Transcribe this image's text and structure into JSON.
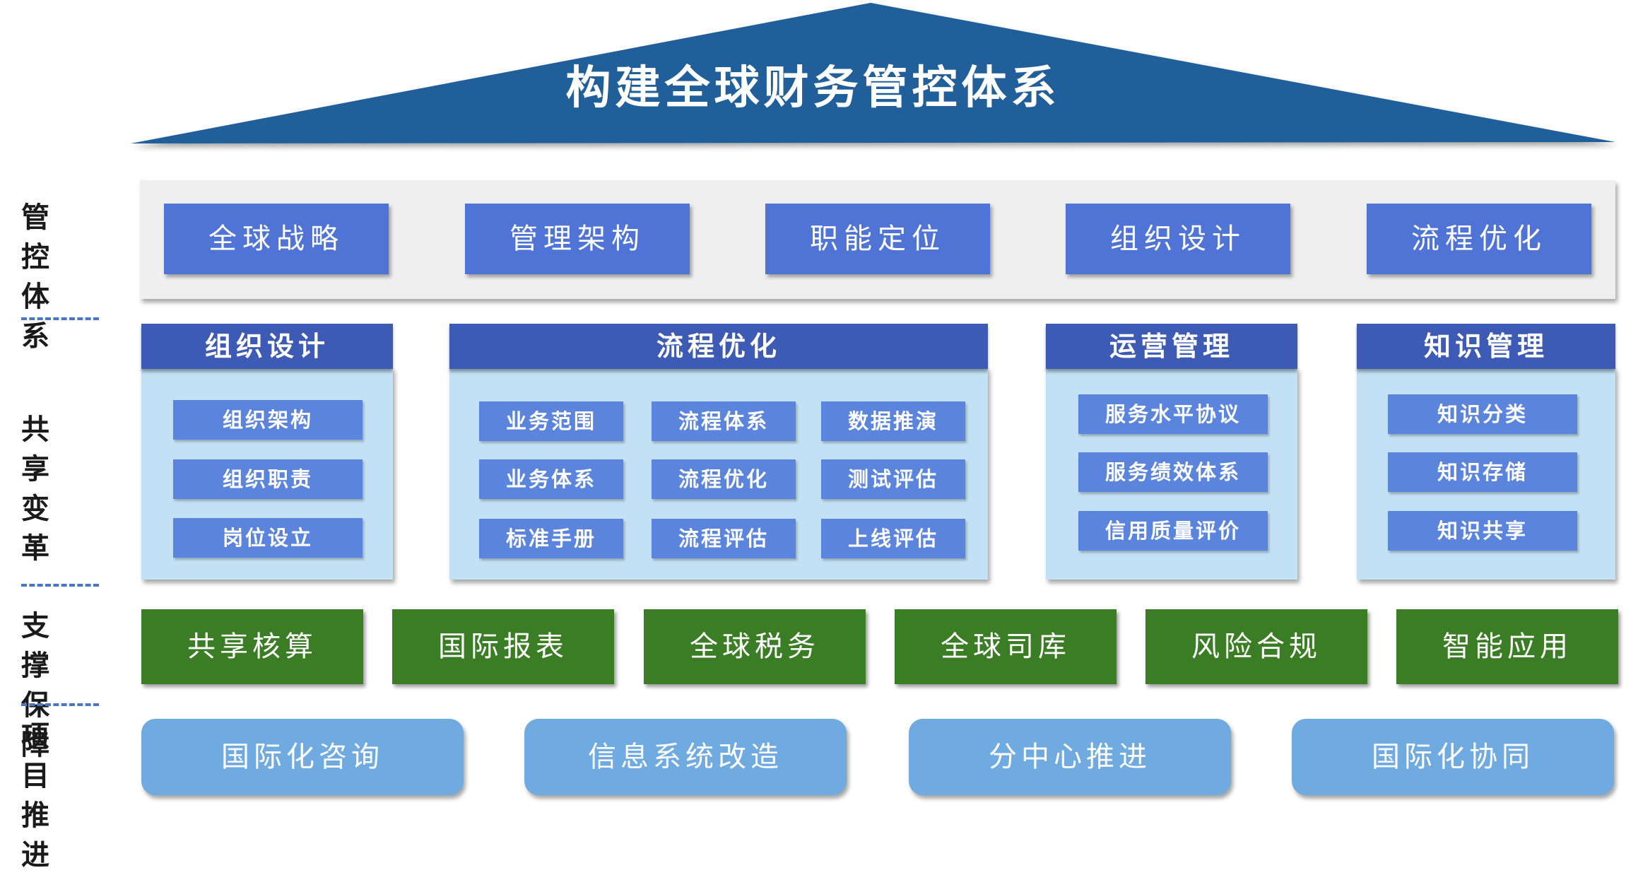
{
  "title": "构建全球财务管控体系",
  "side_labels": {
    "control": "管控\n体系",
    "sharing": "共享\n变革",
    "support": "支撑\n保障",
    "project": "项目\n推进"
  },
  "control_items": [
    "全球战略",
    "管理架构",
    "职能定位",
    "组织设计",
    "流程优化"
  ],
  "sharing": {
    "org": {
      "title": "组织设计",
      "items": [
        "组织架构",
        "组织职责",
        "岗位设立"
      ]
    },
    "process": {
      "title": "流程优化",
      "items": [
        "业务范围",
        "流程体系",
        "数据推演",
        "业务体系",
        "流程优化",
        "测试评估",
        "标准手册",
        "流程评估",
        "上线评估"
      ]
    },
    "ops": {
      "title": "运营管理",
      "items": [
        "服务水平协议",
        "服务绩效体系",
        "信用质量评价"
      ]
    },
    "knowledge": {
      "title": "知识管理",
      "items": [
        "知识分类",
        "知识存储",
        "知识共享"
      ]
    }
  },
  "support_items": [
    "共享核算",
    "国际报表",
    "全球税务",
    "全球司库",
    "风险合规",
    "智能应用"
  ],
  "project_items": [
    "国际化咨询",
    "信息系统改造",
    "分中心推进",
    "国际化协同"
  ],
  "colors": {
    "roof": "#215f9a",
    "control_button": "#4f74d6",
    "panel_header": "#3d5ab4",
    "panel_body": "#c3e1f4",
    "chip": "#5b84dc",
    "support_button": "#3a7d24",
    "project_pill": "#6faae0",
    "divider": "#4a76c4"
  }
}
